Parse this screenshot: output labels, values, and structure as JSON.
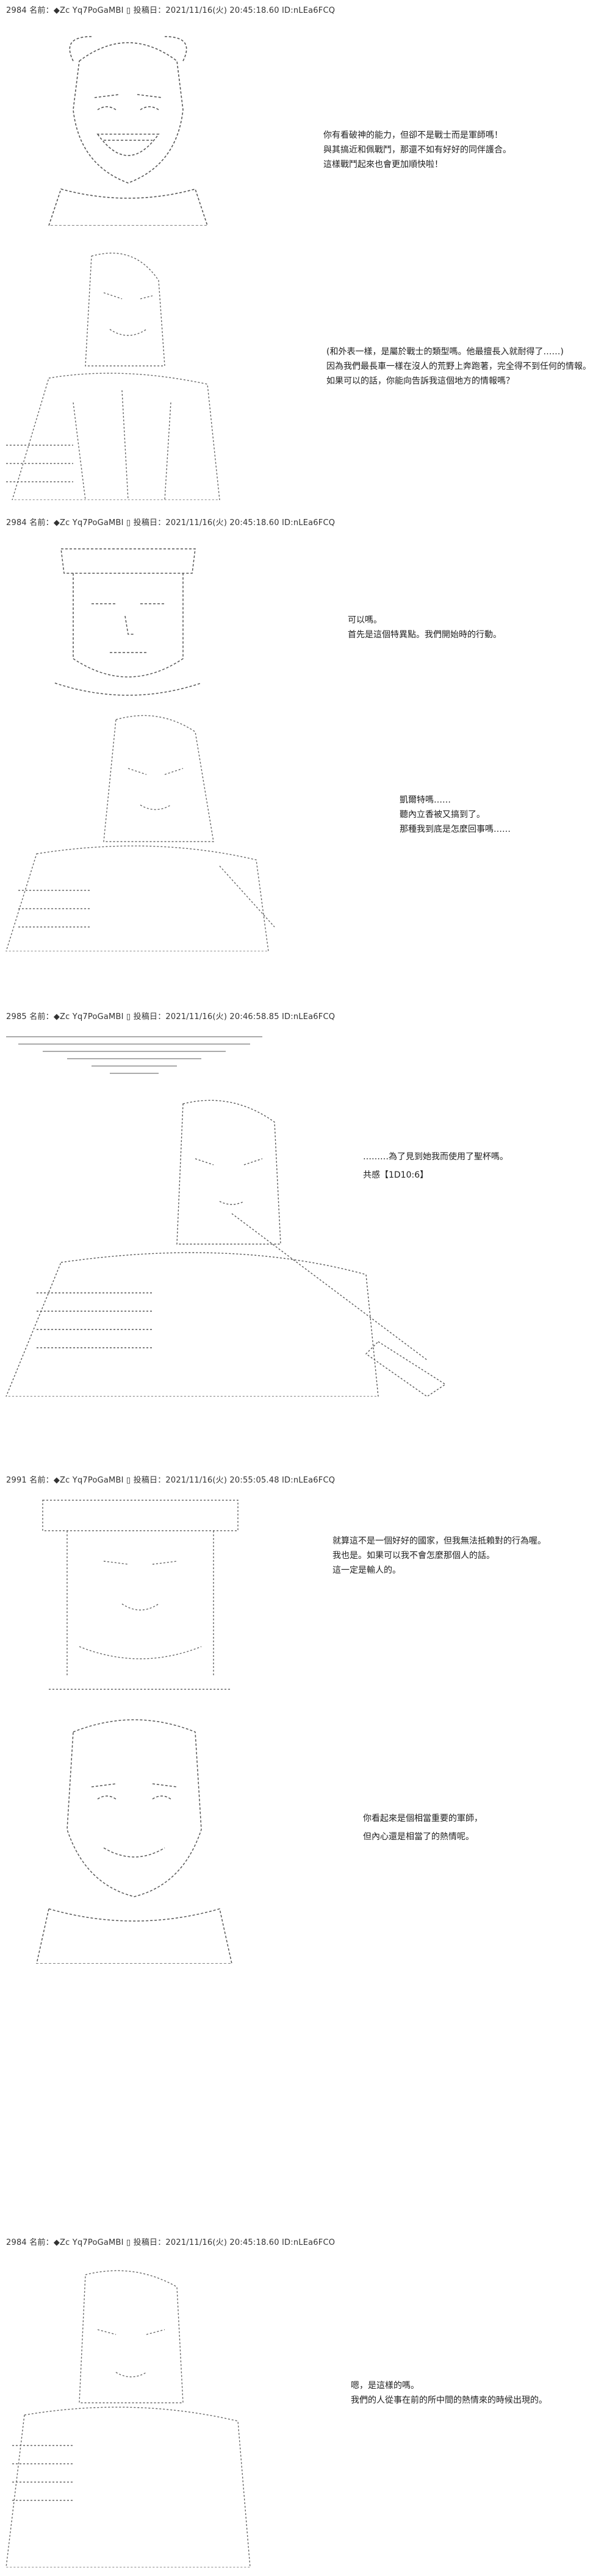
{
  "posts": [
    {
      "header": "2984 名前：◆Zc Yq7PoGaMBI ▯ 投稿日：2021/11/16(火) 20:45:18.60 ID:nLEa6FCQ",
      "panels": [
        {
          "lines": [
            "你有看破神的能力，但卻不是戰士而是軍師嗎！",
            "與其搞近和佩戰鬥，那還不如有好好的同伴護合。",
            "這樣戰鬥起來也會更加順快啦！"
          ]
        },
        {
          "lines": [
            "(和外表一樣，是屬於戰士的類型嗎。他最擅長入就耐得了……)",
            "因為我們最長車一樣在沒人的荒野上奔跑著，完全得不到任何的情報。",
            "如果可以的話，你能向告訴我這個地方的情報嗎？"
          ]
        }
      ]
    },
    {
      "header": "2984 名前：◆Zc Yq7PoGaMBI ▯ 投稿日：2021/11/16(火) 20:45:18.60 ID:nLEa6FCQ",
      "panels": [
        {
          "lines": [
            "可以嗎。",
            "首先是這個特異點。我們開始時的行動。"
          ]
        },
        {
          "lines": [
            "凱爾特嗎……",
            "聽內立香被又搞到了。",
            "那種我到底是怎麼回事嗎……"
          ]
        }
      ]
    },
    {
      "header": "2985 名前：◆Zc Yq7PoGaMBI ▯ 投稿日：2021/11/16(火) 20:46:58.85 ID:nLEa6FCQ",
      "panels": [
        {
          "lines": [
            "………為了見到她我而使用了聖杯嗎。",
            "共感【1D10:6】"
          ]
        }
      ]
    },
    {
      "header": "2991 名前：◆Zc Yq7PoGaMBI ▯ 投稿日：2021/11/16(火) 20:55:05.48 ID:nLEa6FCQ",
      "panels": [
        {
          "lines": [
            "就算這不是一個好好的國家，但我無法抵賴對的行為喔。",
            "我也是。如果可以我不會怎麼那個人的話。",
            "這一定是輸人的。"
          ]
        },
        {
          "lines": [
            "你看起來是個相當重要的軍師，",
            "但內心還是相當了的熱情呢。"
          ]
        }
      ]
    },
    {
      "header": "2984 名前：◆Zc Yq7PoGaMBI ▯ 投稿日：2021/11/16(火) 20:45:18.60 ID:nLEa6FCO",
      "panels": [
        {
          "lines": [
            "嗯，是這樣的嗎。",
            "我們的人從事在前的所中間的熱情來的時候出現的。"
          ]
        }
      ]
    }
  ]
}
